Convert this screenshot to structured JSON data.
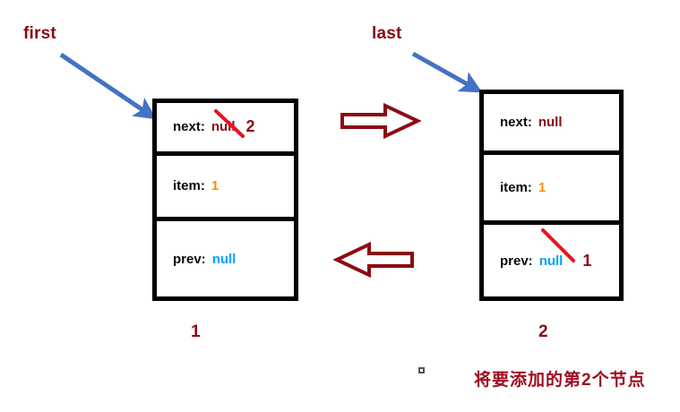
{
  "diagram": {
    "title_caption": "将要添加的第2个节点",
    "pointers": [
      {
        "name": "first-pointer-label",
        "label": "first"
      },
      {
        "name": "last-pointer-label",
        "label": "last"
      }
    ],
    "nodes": [
      {
        "id": "node-left",
        "index_label": "1",
        "rows": [
          {
            "key": "next:",
            "value": "null",
            "value_color": "#8b0a14",
            "struck": true,
            "replacement": "2"
          },
          {
            "key": "item:",
            "value": "1",
            "value_color": "#ff8c00",
            "struck": false,
            "replacement": ""
          },
          {
            "key": "prev:",
            "value": "null",
            "value_color": "#00a2ff",
            "struck": false,
            "replacement": ""
          }
        ]
      },
      {
        "id": "node-right",
        "index_label": "2",
        "rows": [
          {
            "key": "next:",
            "value": "null",
            "value_color": "#8b0a14",
            "struck": false,
            "replacement": ""
          },
          {
            "key": "item:",
            "value": "1",
            "value_color": "#ff8c00",
            "struck": false,
            "replacement": ""
          },
          {
            "key": "prev:",
            "value": "null",
            "value_color": "#00a2ff",
            "struck": true,
            "replacement": "1"
          }
        ]
      }
    ],
    "link_arrows": [
      {
        "name": "arrow-left-to-right",
        "direction": "right"
      },
      {
        "name": "arrow-right-to-left",
        "direction": "left"
      }
    ],
    "colors": {
      "pointer_arrow": "#4472C4",
      "label_dark_red": "#8b0a14",
      "strike_red": "#e8141e",
      "box_border": "#000000",
      "hollow_arrow": "#8b0a14",
      "caption_red": "#9e0b1e",
      "value_orange": "#ff8c00",
      "value_cyan": "#00a2ff"
    }
  }
}
